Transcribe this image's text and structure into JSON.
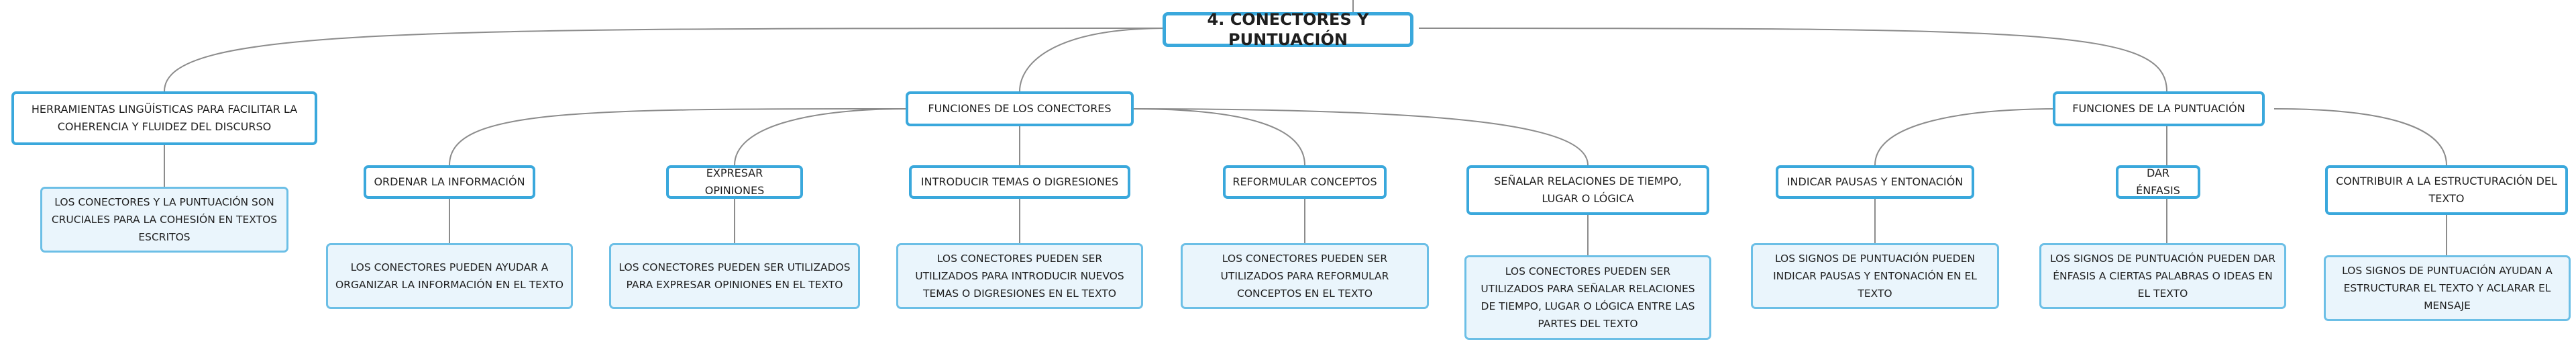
{
  "root": {
    "label": "4. CONECTORES Y PUNTUACIÓN"
  },
  "branches": [
    {
      "label": "HERRAMIENTAS LINGÜÍSTICAS PARA FACILITAR LA COHERENCIA Y FLUIDEZ DEL DISCURSO",
      "detail": "LOS CONECTORES Y LA PUNTUACIÓN SON CRUCIALES PARA LA COHESIÓN EN TEXTOS ESCRITOS"
    },
    {
      "label": "FUNCIONES DE LOS CONECTORES",
      "children": [
        {
          "label": "ORDENAR LA INFORMACIÓN",
          "detail": "LOS CONECTORES PUEDEN AYUDAR A ORGANIZAR LA INFORMACIÓN EN EL TEXTO"
        },
        {
          "label": "EXPRESAR OPINIONES",
          "detail": "LOS CONECTORES PUEDEN SER UTILIZADOS PARA EXPRESAR OPINIONES EN EL TEXTO"
        },
        {
          "label": "INTRODUCIR TEMAS O DIGRESIONES",
          "detail": "LOS CONECTORES PUEDEN SER UTILIZADOS PARA INTRODUCIR NUEVOS TEMAS O DIGRESIONES EN EL TEXTO"
        },
        {
          "label": "REFORMULAR CONCEPTOS",
          "detail": "LOS CONECTORES PUEDEN SER UTILIZADOS PARA REFORMULAR CONCEPTOS EN EL TEXTO"
        },
        {
          "label": "SEÑALAR RELACIONES DE TIEMPO, LUGAR O LÓGICA",
          "detail": "LOS CONECTORES PUEDEN SER UTILIZADOS PARA SEÑALAR RELACIONES DE TIEMPO, LUGAR O LÓGICA ENTRE LAS PARTES DEL TEXTO"
        }
      ]
    },
    {
      "label": "FUNCIONES DE LA PUNTUACIÓN",
      "children": [
        {
          "label": "INDICAR PAUSAS Y ENTONACIÓN",
          "detail": "LOS SIGNOS DE PUNTUACIÓN PUEDEN INDICAR PAUSAS Y ENTONACIÓN EN EL TEXTO"
        },
        {
          "label": "DAR ÉNFASIS",
          "detail": "LOS SIGNOS DE PUNTUACIÓN PUEDEN DAR ÉNFASIS A CIERTAS PALABRAS O IDEAS EN EL TEXTO"
        },
        {
          "label": "CONTRIBUIR A LA ESTRUCTURACIÓN DEL TEXTO",
          "detail": "LOS SIGNOS DE PUNTUACIÓN AYUDAN A ESTRUCTURAR EL TEXTO Y ACLARAR EL MENSAJE"
        }
      ]
    }
  ],
  "colors": {
    "border": "#3aa8dc",
    "leaf_fill": "#eaf5fc",
    "connector": "#8c8c8c"
  }
}
